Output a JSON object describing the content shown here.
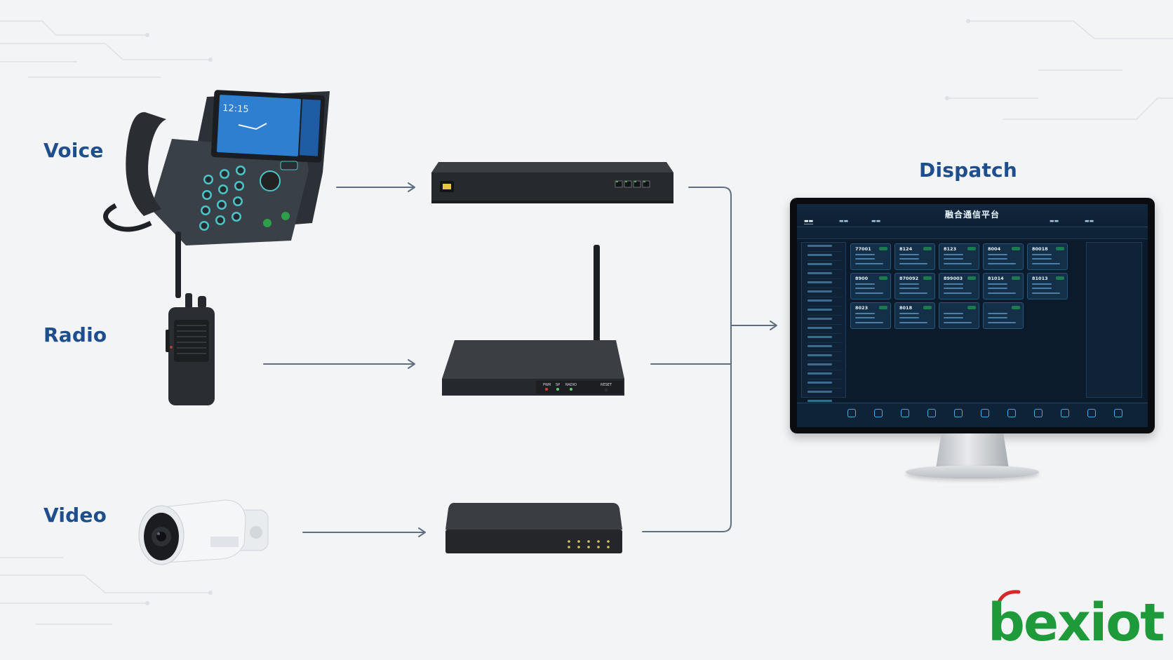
{
  "labels": {
    "voice": "Voice",
    "radio": "Radio",
    "video": "Video",
    "dispatch": "Dispatch"
  },
  "dispatch_screen": {
    "title": "融合通信平台",
    "cards": [
      {
        "number": "77001"
      },
      {
        "number": "8124"
      },
      {
        "number": "8123"
      },
      {
        "number": "8004"
      },
      {
        "number": "80018"
      },
      {
        "number": "8900"
      },
      {
        "number": "870092"
      },
      {
        "number": "899003"
      },
      {
        "number": "81014"
      },
      {
        "number": "81013"
      },
      {
        "number": "8023"
      },
      {
        "number": "8018"
      },
      {
        "number": ""
      },
      {
        "number": ""
      }
    ]
  },
  "brand": {
    "logo_text": "bexiot",
    "color": "#1e9a3a",
    "accent": "#d62828"
  },
  "colors": {
    "label": "#1e4e8c",
    "arrow": "#5f6f82",
    "background": "#f3f4f6"
  }
}
